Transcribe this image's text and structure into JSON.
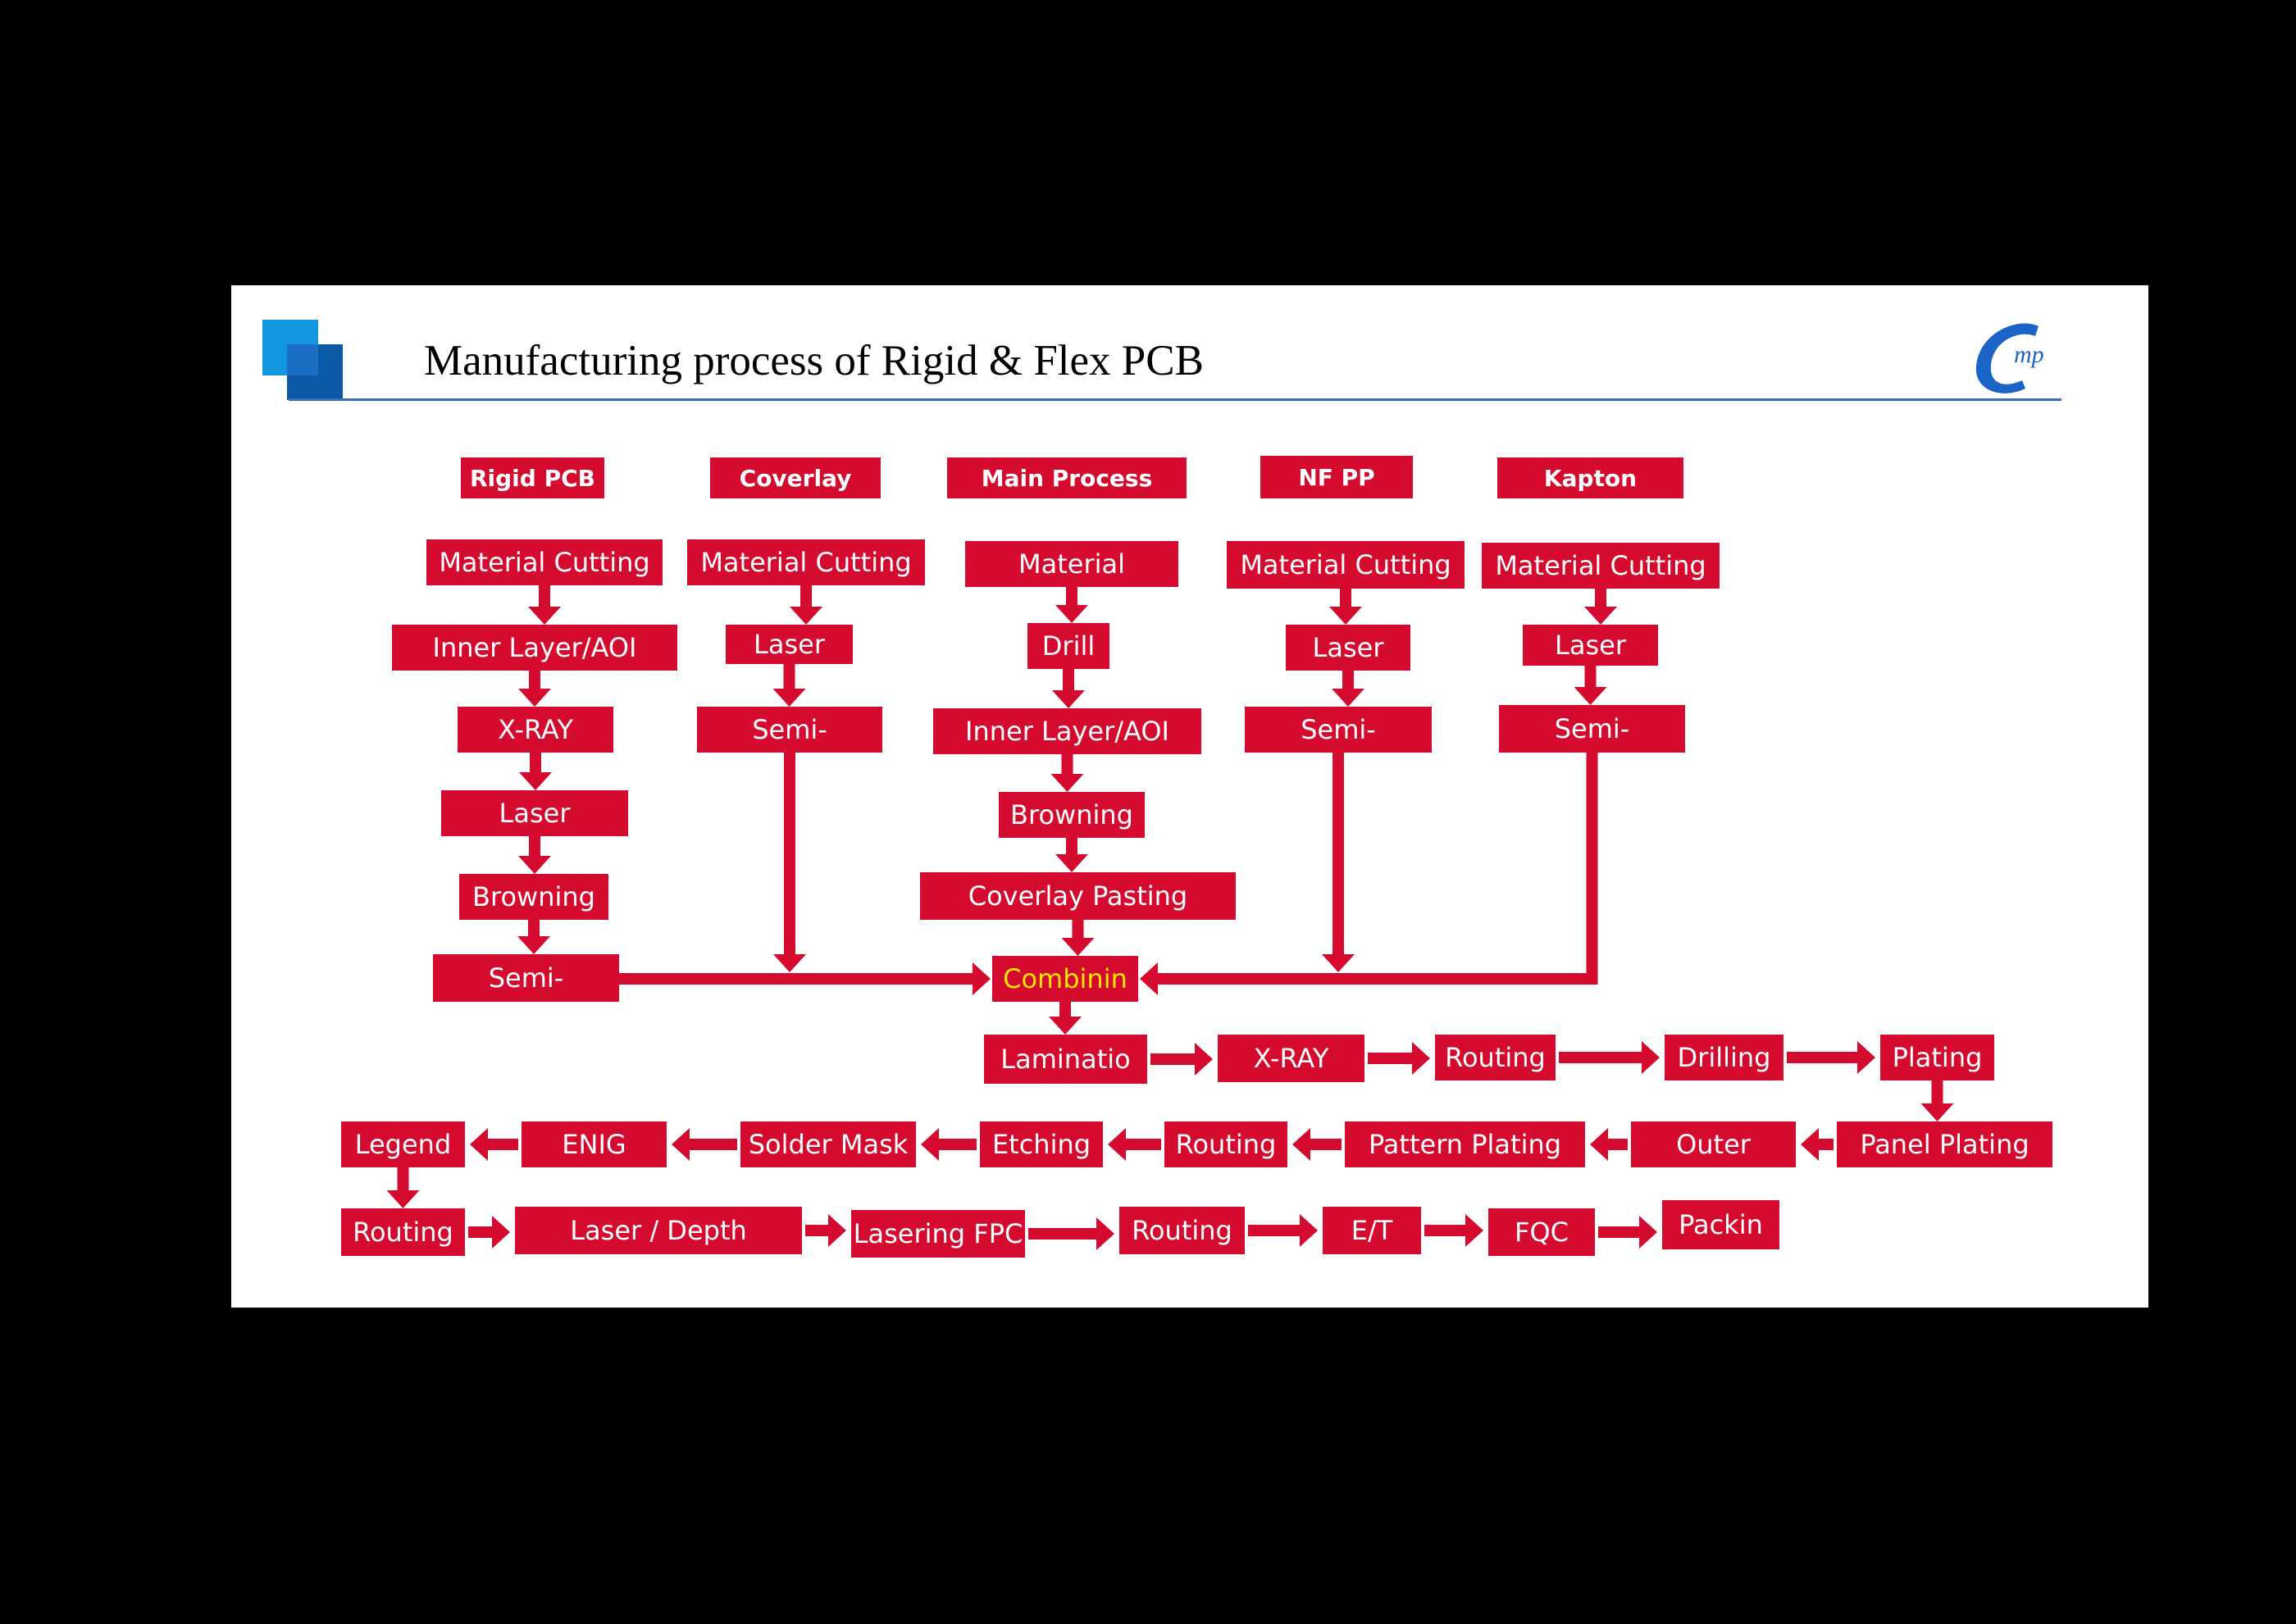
{
  "title": "Manufacturing process of Rigid & Flex PCB",
  "logo": {
    "text": "mp"
  },
  "colors": {
    "node": "#d40a2e",
    "node_text": "#ffffff",
    "highlight_text": "#ffe600",
    "rule": "#3b6fb6",
    "logo": "#1a63c7"
  },
  "column_headers": [
    {
      "id": "rigid_pcb",
      "label": "Rigid PCB"
    },
    {
      "id": "coverlay",
      "label": "Coverlay"
    },
    {
      "id": "main_process",
      "label": "Main Process"
    },
    {
      "id": "nf_pp",
      "label": "NF PP"
    },
    {
      "id": "kapton",
      "label": "Kapton"
    }
  ],
  "nodes": [
    {
      "id": "r1",
      "label": "Material Cutting"
    },
    {
      "id": "r2",
      "label": "Inner Layer/AOI"
    },
    {
      "id": "r3",
      "label": "X-RAY"
    },
    {
      "id": "r4",
      "label": "Laser"
    },
    {
      "id": "r5",
      "label": "Browning"
    },
    {
      "id": "r6",
      "label": "Semi-"
    },
    {
      "id": "c1",
      "label": "Material Cutting"
    },
    {
      "id": "c2",
      "label": "Laser"
    },
    {
      "id": "c3",
      "label": "Semi-"
    },
    {
      "id": "m1",
      "label": "Material"
    },
    {
      "id": "m2",
      "label": "Drill"
    },
    {
      "id": "m3",
      "label": "Inner Layer/AOI"
    },
    {
      "id": "m4",
      "label": "Browning"
    },
    {
      "id": "m5",
      "label": "Coverlay  Pasting"
    },
    {
      "id": "m6",
      "label": "Combinin",
      "highlight": true
    },
    {
      "id": "n1",
      "label": "Material Cutting"
    },
    {
      "id": "n2",
      "label": "Laser"
    },
    {
      "id": "n3",
      "label": "Semi-"
    },
    {
      "id": "k1",
      "label": "Material Cutting"
    },
    {
      "id": "k2",
      "label": "Laser"
    },
    {
      "id": "k3",
      "label": "Semi-"
    },
    {
      "id": "p1",
      "label": "Laminatio"
    },
    {
      "id": "p2",
      "label": "X-RAY"
    },
    {
      "id": "p3",
      "label": "Routing"
    },
    {
      "id": "p4",
      "label": "Drilling"
    },
    {
      "id": "p5",
      "label": "Plating"
    },
    {
      "id": "q1",
      "label": "Panel Plating"
    },
    {
      "id": "q2",
      "label": "Outer"
    },
    {
      "id": "q3",
      "label": "Pattern Plating"
    },
    {
      "id": "q4",
      "label": "Routing"
    },
    {
      "id": "q5",
      "label": "Etching"
    },
    {
      "id": "q6",
      "label": "Solder Mask"
    },
    {
      "id": "q7",
      "label": "ENIG"
    },
    {
      "id": "q8",
      "label": "Legend"
    },
    {
      "id": "s1",
      "label": "Routing"
    },
    {
      "id": "s2",
      "label": "Laser / Depth"
    },
    {
      "id": "s3",
      "label": "Lasering FPC"
    },
    {
      "id": "s4",
      "label": "Routing"
    },
    {
      "id": "s5",
      "label": "E/T"
    },
    {
      "id": "s6",
      "label": "FQC"
    },
    {
      "id": "s7",
      "label": "Packin"
    }
  ],
  "edges": [
    [
      "r1",
      "r2"
    ],
    [
      "r2",
      "r3"
    ],
    [
      "r3",
      "r4"
    ],
    [
      "r4",
      "r5"
    ],
    [
      "r5",
      "r6"
    ],
    [
      "c1",
      "c2"
    ],
    [
      "c2",
      "c3"
    ],
    [
      "m1",
      "m2"
    ],
    [
      "m2",
      "m3"
    ],
    [
      "m3",
      "m4"
    ],
    [
      "m4",
      "m5"
    ],
    [
      "m5",
      "m6"
    ],
    [
      "n1",
      "n2"
    ],
    [
      "n2",
      "n3"
    ],
    [
      "k1",
      "k2"
    ],
    [
      "k2",
      "k3"
    ],
    [
      "r6",
      "m6"
    ],
    [
      "c3",
      "m6"
    ],
    [
      "n3",
      "m6"
    ],
    [
      "k3",
      "m6"
    ],
    [
      "m6",
      "p1"
    ],
    [
      "p1",
      "p2"
    ],
    [
      "p2",
      "p3"
    ],
    [
      "p3",
      "p4"
    ],
    [
      "p4",
      "p5"
    ],
    [
      "p5",
      "q1"
    ],
    [
      "q1",
      "q2"
    ],
    [
      "q2",
      "q3"
    ],
    [
      "q3",
      "q4"
    ],
    [
      "q4",
      "q5"
    ],
    [
      "q5",
      "q6"
    ],
    [
      "q6",
      "q7"
    ],
    [
      "q7",
      "q8"
    ],
    [
      "q8",
      "s1"
    ],
    [
      "s1",
      "s2"
    ],
    [
      "s2",
      "s3"
    ],
    [
      "s3",
      "s4"
    ],
    [
      "s4",
      "s5"
    ],
    [
      "s5",
      "s6"
    ],
    [
      "s6",
      "s7"
    ]
  ]
}
